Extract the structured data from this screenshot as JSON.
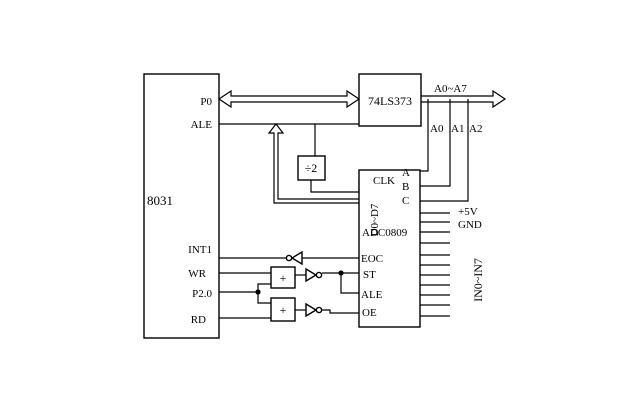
{
  "mcu": {
    "name": "8031",
    "pins": {
      "p0": "P0",
      "ale": "ALE",
      "int1": "INT1",
      "wr": "WR",
      "p20": "P2.0",
      "rd": "RD"
    }
  },
  "latch": {
    "name": "74LS373",
    "bus": "A0~A7"
  },
  "divider": {
    "label": "÷2"
  },
  "adc": {
    "name": "ADC0809",
    "pins": {
      "clk": "CLK",
      "a": "A",
      "b": "B",
      "c": "C",
      "data": "D0~D7",
      "eoc": "EOC",
      "st": "ST",
      "ale": "ALE",
      "oe": "OE"
    }
  },
  "addr_lines": {
    "a0": "A0",
    "a1": "A1",
    "a2": "A2"
  },
  "power": {
    "vcc": "+5V",
    "gnd": "GND"
  },
  "inputs": {
    "label": "IN0~IN7"
  },
  "gate": {
    "symbol": "+"
  }
}
